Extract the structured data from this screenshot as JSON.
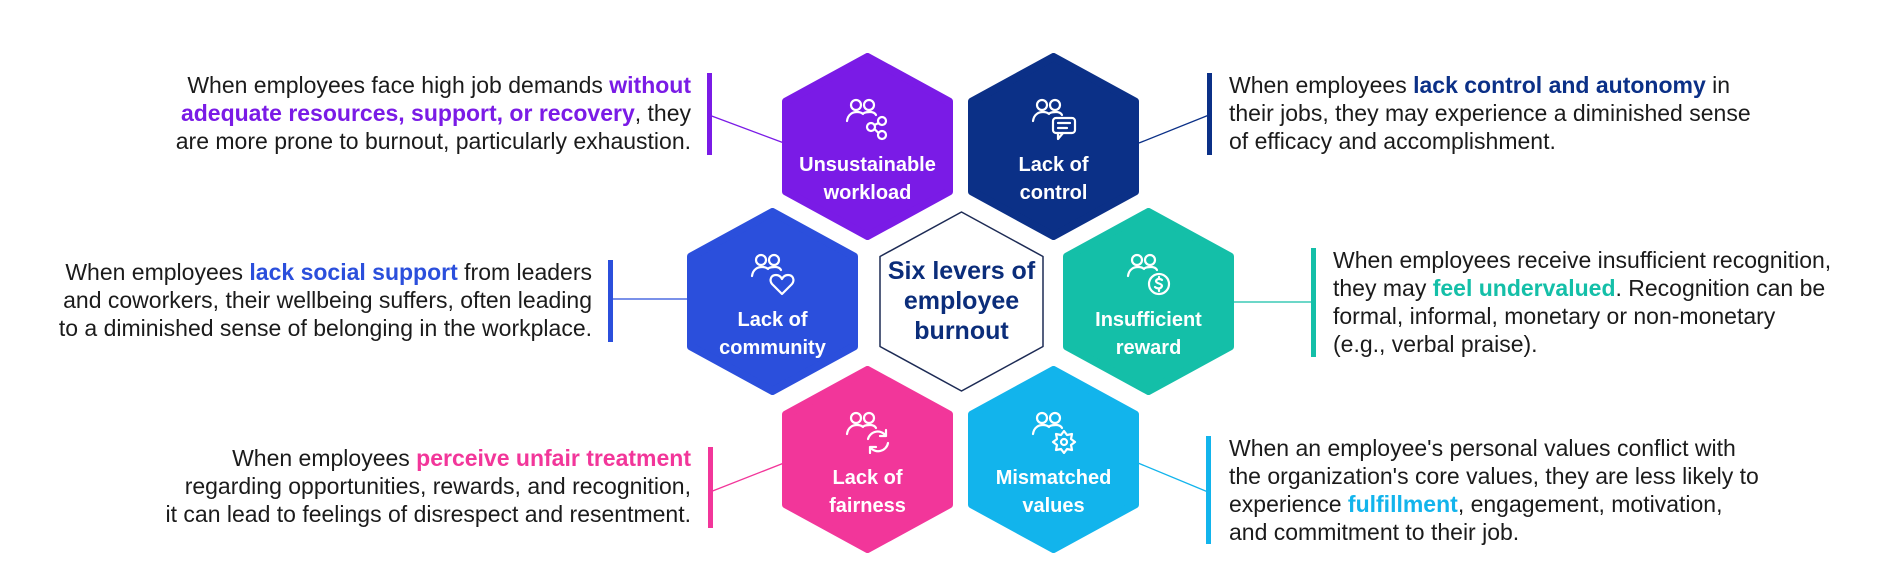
{
  "title_lines": [
    "Six levers of",
    "employee",
    "burnout"
  ],
  "colors": {
    "center_text": "#0b2d7a",
    "center_outline": "#1d2b55",
    "body_text": "#1b1b1b"
  },
  "levers": [
    {
      "id": "workload",
      "label_lines": [
        "Unsustainable",
        "workload"
      ],
      "icon": "people-network-icon",
      "color": "#7a1be6",
      "description": [
        [
          {
            "t": "When employees face high job demands "
          },
          {
            "t": "without",
            "b": true
          }
        ],
        [
          {
            "t": "adequate resources, support, or recovery",
            "b": true
          },
          {
            "t": ", they"
          }
        ],
        [
          {
            "t": "are more prone to burnout, particularly exhaustion."
          }
        ]
      ]
    },
    {
      "id": "control",
      "label_lines": [
        "Lack of",
        "control"
      ],
      "icon": "people-chat-icon",
      "color": "#0b3087",
      "description": [
        [
          {
            "t": "When employees "
          },
          {
            "t": "lack control and autonomy",
            "b": true
          },
          {
            "t": " in"
          }
        ],
        [
          {
            "t": "their jobs, they may experience a diminished sense"
          }
        ],
        [
          {
            "t": "of efficacy and accomplishment."
          }
        ]
      ]
    },
    {
      "id": "community",
      "label_lines": [
        "Lack of",
        "community"
      ],
      "icon": "people-heart-icon",
      "color": "#2b4fdc",
      "description": [
        [
          {
            "t": "When employees "
          },
          {
            "t": "lack social support",
            "b": true
          },
          {
            "t": " from leaders"
          }
        ],
        [
          {
            "t": "and coworkers, their wellbeing suffers, often leading"
          }
        ],
        [
          {
            "t": "to a diminished sense of belonging in the workplace."
          }
        ]
      ]
    },
    {
      "id": "reward",
      "label_lines": [
        "Insufficient",
        "reward"
      ],
      "icon": "people-dollar-icon",
      "color": "#14bfa8",
      "description": [
        [
          {
            "t": "When employees receive insufficient recognition,"
          }
        ],
        [
          {
            "t": "they may "
          },
          {
            "t": "feel undervalued",
            "b": true
          },
          {
            "t": ". Recognition can be"
          }
        ],
        [
          {
            "t": "formal, informal, monetary or non-monetary"
          }
        ],
        [
          {
            "t": "(e.g., verbal praise)."
          }
        ]
      ]
    },
    {
      "id": "fairness",
      "label_lines": [
        "Lack of",
        "fairness"
      ],
      "icon": "people-refresh-icon",
      "color": "#f2369a",
      "description": [
        [
          {
            "t": "When employees "
          },
          {
            "t": "perceive unfair treatment",
            "b": true
          }
        ],
        [
          {
            "t": "regarding opportunities, rewards, and recognition,"
          }
        ],
        [
          {
            "t": "it can lead to feelings of disrespect and resentment."
          }
        ]
      ]
    },
    {
      "id": "values",
      "label_lines": [
        "Mismatched",
        "values"
      ],
      "icon": "people-gear-icon",
      "color": "#12b4ec",
      "description": [
        [
          {
            "t": "When an employee's personal values conflict with"
          }
        ],
        [
          {
            "t": "the organization's core values, they are less likely to"
          }
        ],
        [
          {
            "t": "experience "
          },
          {
            "t": "fulfillment",
            "b": true
          },
          {
            "t": ", engagement, motivation,"
          }
        ],
        [
          {
            "t": "and commitment to their job."
          }
        ]
      ]
    }
  ]
}
